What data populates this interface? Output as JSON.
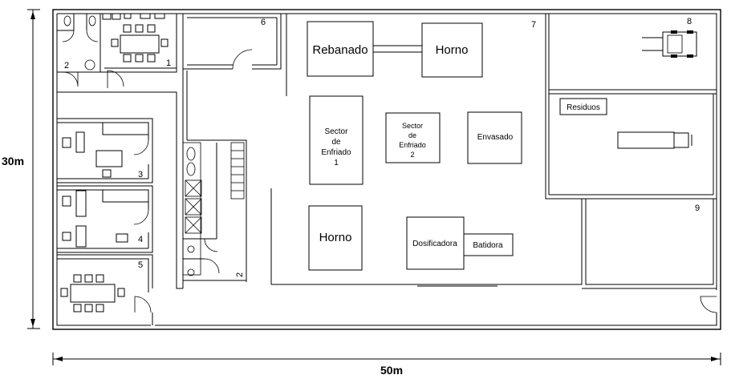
{
  "dimensions": {
    "height_label": "30m",
    "width_label": "50m"
  },
  "rooms": {
    "r1": "1",
    "r2_top": "2",
    "r3": "3",
    "r4": "4",
    "r5": "5",
    "r6": "6",
    "r7": "7",
    "r8": "8",
    "r9": "9",
    "r2_bottom": "2"
  },
  "equipment": {
    "rebanado": "Rebanado",
    "horno_top": "Horno",
    "enfriado1": [
      "Sector",
      "de",
      "Enfriado",
      "1"
    ],
    "enfriado2": [
      "Sector",
      "de",
      "Enfriado",
      "2"
    ],
    "envasado": "Envasado",
    "horno_bottom": "Horno",
    "dosificadora": "Dosificadora",
    "batidora": "Batidora",
    "residuos": "Residuos"
  }
}
